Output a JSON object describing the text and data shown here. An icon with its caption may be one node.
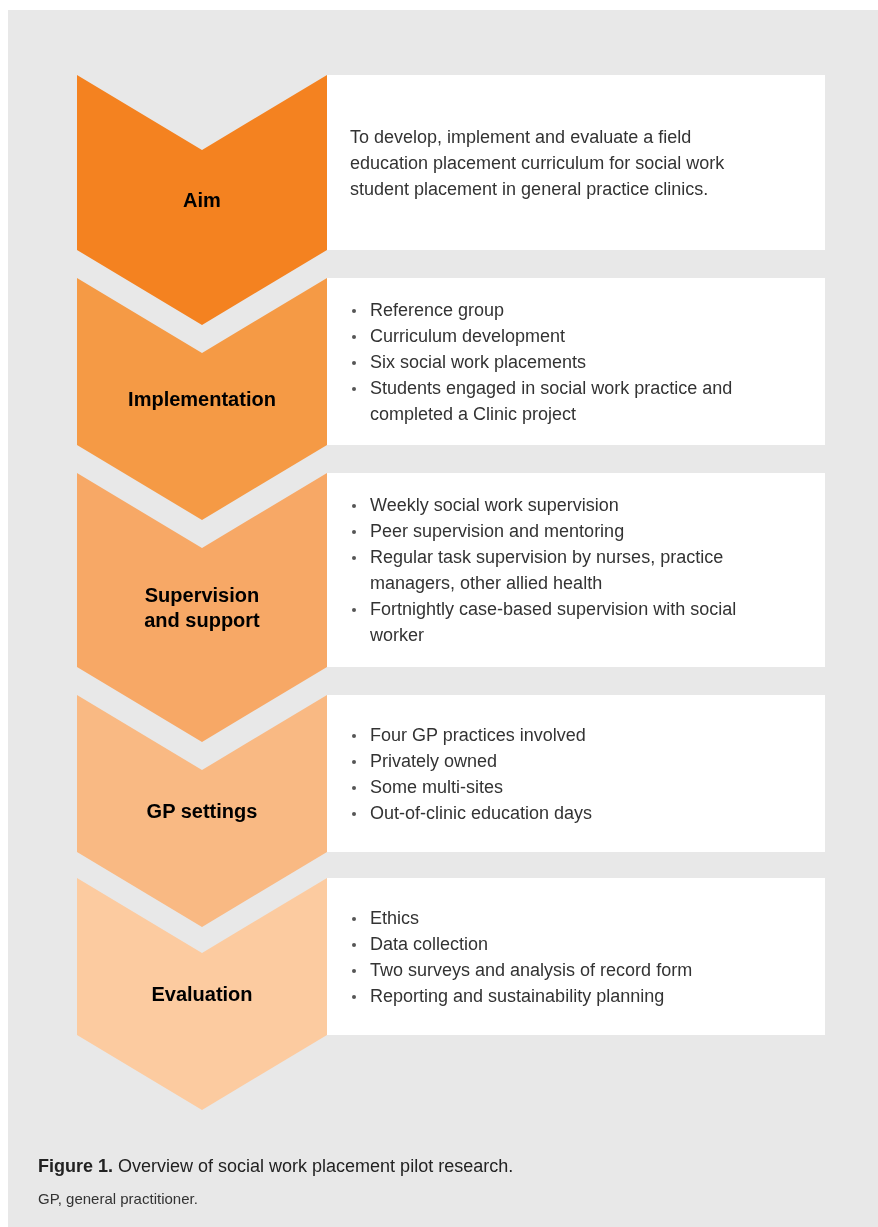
{
  "diagram": {
    "caption": "**Figure 1.** Overview of social work placement pilot research.",
    "nodes": [
      {
        "text": [
          "Aim"
        ]
      },
      {
        "text": [
          "To develop, implement and evaluate a field education placement curriculum for social work student placement in general practice clinics."
        ]
      },
      {
        "text": [
          "Implementation"
        ]
      },
      {
        "text": [
          "Reference group",
          "Curriculum development",
          "Six social work placements",
          "Students engaged in social work practice and completed a Clinic project"
        ]
      },
      {
        "text": [
          "Supervision and support"
        ]
      },
      {
        "text": [
          "Weekly social work supervision",
          "Peer supervision and mentoring",
          "Regular task supervision by nurses, practice managers, other allied health",
          "Fortnightly case-based supervision with social worker"
        ]
      },
      {
        "text": [
          "GP settings"
        ]
      },
      {
        "text": [
          "Four GP practices involved",
          "Privately owned",
          "Some multi-sites",
          "Out-of-clinic education days"
        ]
      },
      {
        "text": [
          "Evaluation"
        ]
      },
      {
        "text": [
          "Ethics",
          "Data collection",
          "Two surveys and analysis of record form",
          "Reporting and sustainability planning"
        ]
      }
    ],
    "labels": [
      "GP, general practitioner."
    ]
  }
}
